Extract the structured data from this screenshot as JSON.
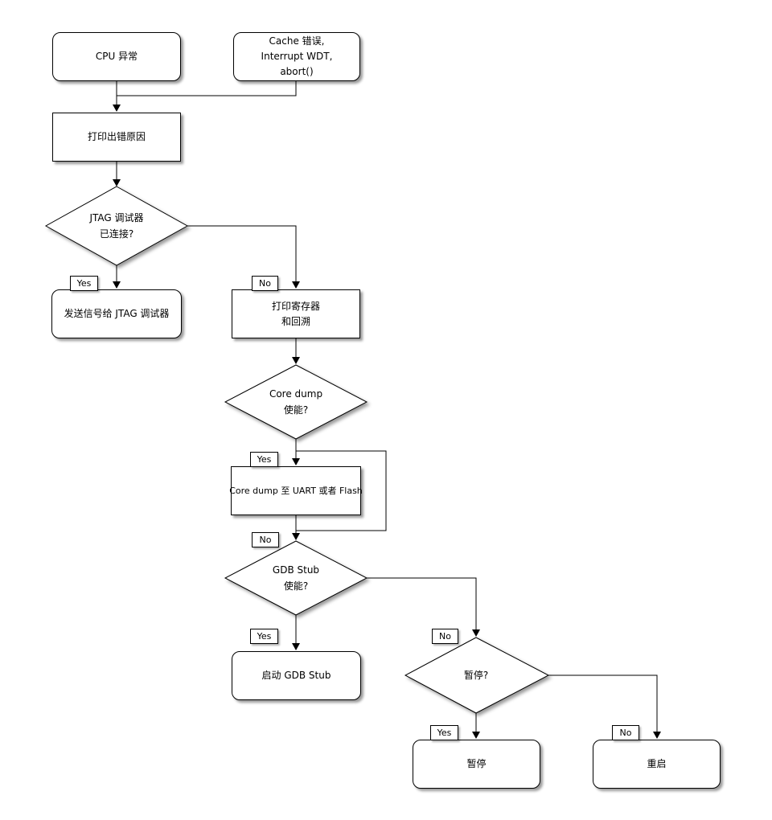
{
  "diagram_type": "flowchart",
  "colors": {
    "stroke": "#000000",
    "node_fill": "#ffffff",
    "background": "#ffffff"
  },
  "edge_labels": {
    "yes": "Yes",
    "no": "No"
  },
  "nodes": {
    "cpu_exception": {
      "label": "CPU 异常"
    },
    "cache_error": {
      "line1": "Cache 错误,",
      "line2": "Interrupt WDT,",
      "line3": "abort()"
    },
    "print_reason": {
      "label": "打印出错原因"
    },
    "jtag_connected": {
      "line1": "JTAG 调试器",
      "line2": "已连接?"
    },
    "signal_jtag": {
      "label": "发送信号给 JTAG 调试器"
    },
    "print_registers": {
      "line1": "打印寄存器",
      "line2": "和回溯"
    },
    "core_dump_enabled": {
      "line1": "Core dump",
      "line2": "使能?"
    },
    "core_dump_uart_flash": {
      "label": "Core dump 至 UART 或者 Flash"
    },
    "gdb_stub_enabled": {
      "line1": "GDB Stub",
      "line2": "使能?"
    },
    "start_gdb_stub": {
      "label": "启动 GDB Stub"
    },
    "halt_decision": {
      "label": "暂停?"
    },
    "halt": {
      "label": "暂停"
    },
    "reboot": {
      "label": "重启"
    }
  }
}
